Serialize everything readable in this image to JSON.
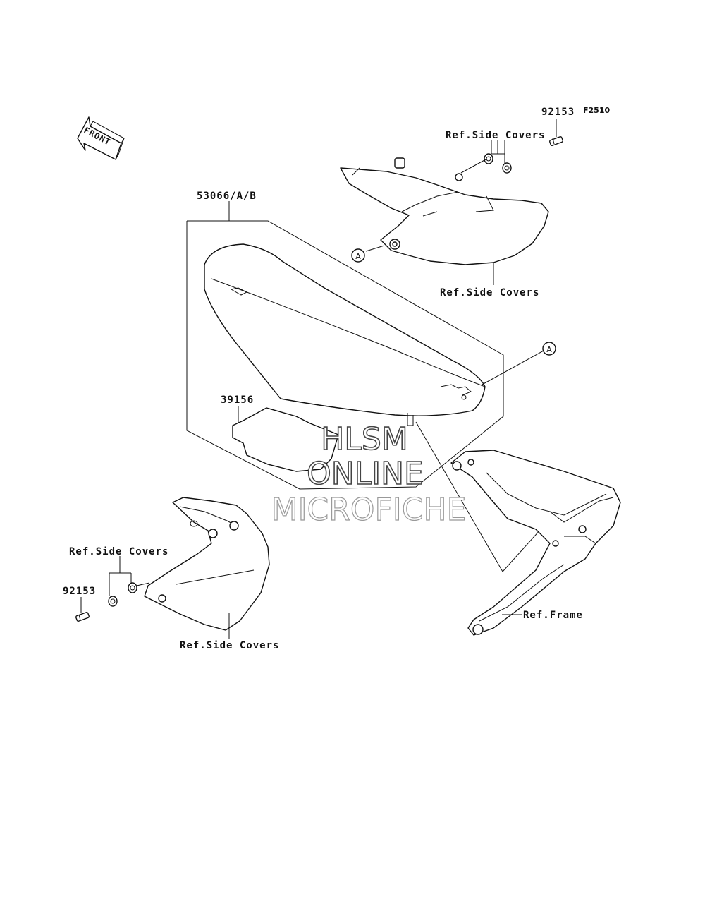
{
  "figure_code": "F2510",
  "front_arrow": {
    "label": "FRONT"
  },
  "parts": {
    "seat": {
      "number": "53066/A/B"
    },
    "seat_pad": {
      "number": "39156"
    },
    "bolt_right": {
      "number": "92153"
    },
    "bolt_left": {
      "number": "92153"
    }
  },
  "refs": {
    "side_covers_top_bushings": "Ref.Side Covers",
    "side_covers_top_panel": "Ref.Side Covers",
    "side_covers_left_bushings": "Ref.Side Covers",
    "side_covers_left_panel": "Ref.Side Covers",
    "frame": "Ref.Frame"
  },
  "callouts": {
    "a1": "A",
    "a2": "A"
  },
  "watermark": {
    "line1": "HLSM",
    "line2": "ONLINE",
    "line3": "MICROFICHE"
  }
}
